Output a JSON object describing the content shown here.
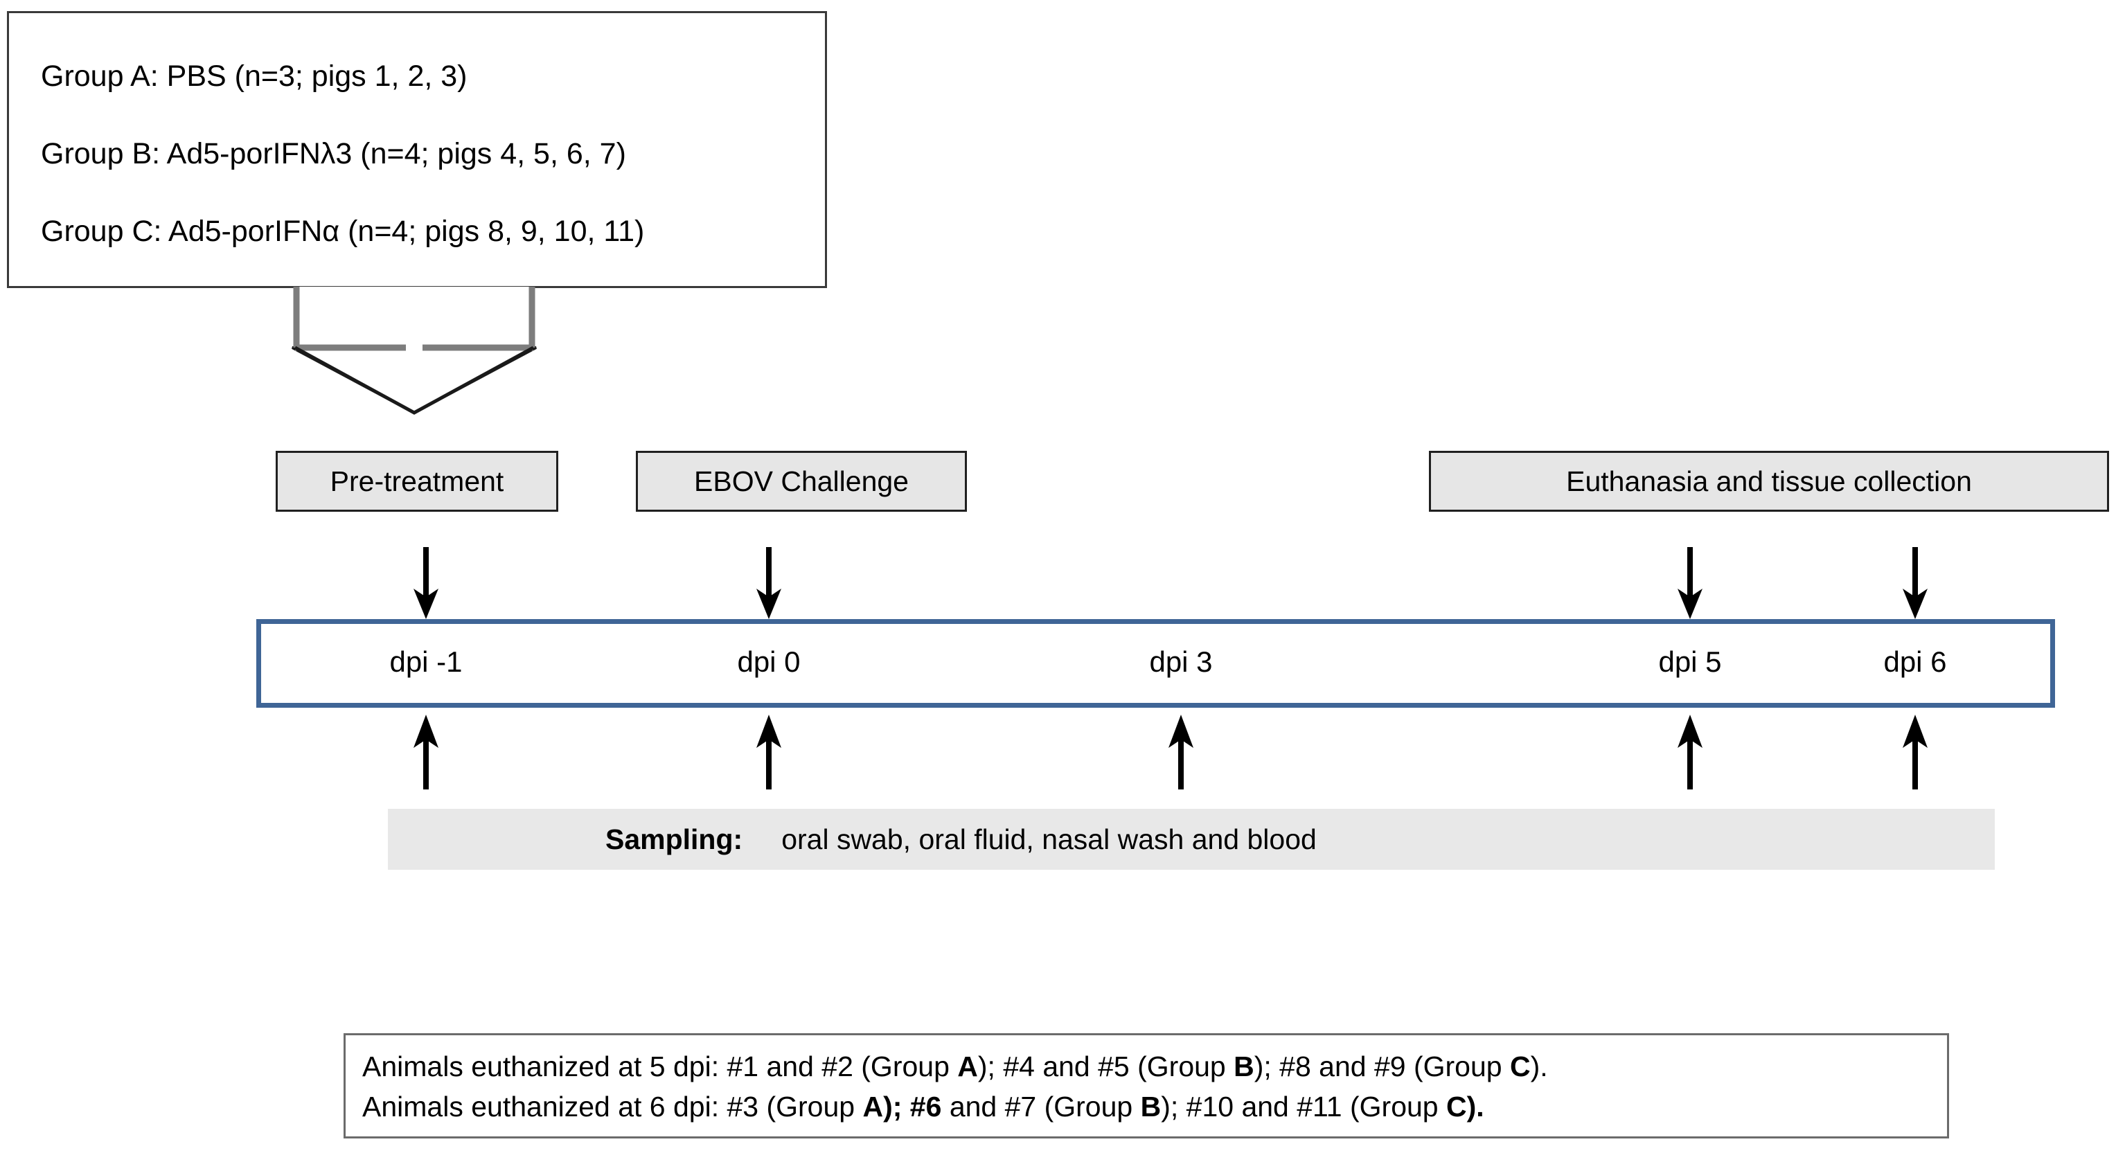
{
  "groups": {
    "lines": [
      "Group A: PBS (n=3; pigs 1, 2, 3)",
      "Group B: Ad5-porIFNλ3  (n=4; pigs 4, 5, 6, 7)",
      "Group C: Ad5-porIFNα  (n=4; pigs 8, 9, 10, 11)"
    ]
  },
  "events": [
    {
      "label": "Pre-treatment"
    },
    {
      "label": "EBOV Challenge"
    },
    {
      "label": "Euthanasia and tissue collection"
    }
  ],
  "timeline": {
    "ticks": [
      {
        "label": "dpi -1"
      },
      {
        "label": "dpi 0"
      },
      {
        "label": "dpi 3"
      },
      {
        "label": "dpi 5"
      },
      {
        "label": "dpi 6"
      }
    ],
    "border_color": "#3f6596"
  },
  "sampling": {
    "label": "Sampling:",
    "items": "oral swab, oral fluid, nasal wash and blood",
    "background_color": "#e8e8e8"
  },
  "footnote": {
    "line1": {
      "p1": "Animals euthanized at 5 dpi: #1 and #2 (Group ",
      "b1": "A",
      "p2": "); #4 and #5 (Group ",
      "b2": "B",
      "p3": "); #8 and #9 (Group ",
      "b3": "C",
      "p4": ")."
    },
    "line2": {
      "p1": "Animals euthanized at 6 dpi: #3 (Group ",
      "b1": "A); #6",
      "p2": " and #7 (Group ",
      "b2": "B",
      "p3": "); #10 and #11 (Group ",
      "b3": "C).",
      "p4": ""
    }
  },
  "chart_data": {
    "type": "table",
    "title": "EBOV pig challenge study timeline",
    "categories": [
      "dpi -1",
      "dpi 0",
      "dpi 3",
      "dpi 5",
      "dpi 6"
    ],
    "events_at": {
      "dpi -1": [
        "Pre-treatment",
        "Sampling"
      ],
      "dpi 0": [
        "EBOV Challenge",
        "Sampling"
      ],
      "dpi 3": [
        "Sampling"
      ],
      "dpi 5": [
        "Euthanasia and tissue collection",
        "Sampling"
      ],
      "dpi 6": [
        "Euthanasia and tissue collection",
        "Sampling"
      ]
    }
  }
}
